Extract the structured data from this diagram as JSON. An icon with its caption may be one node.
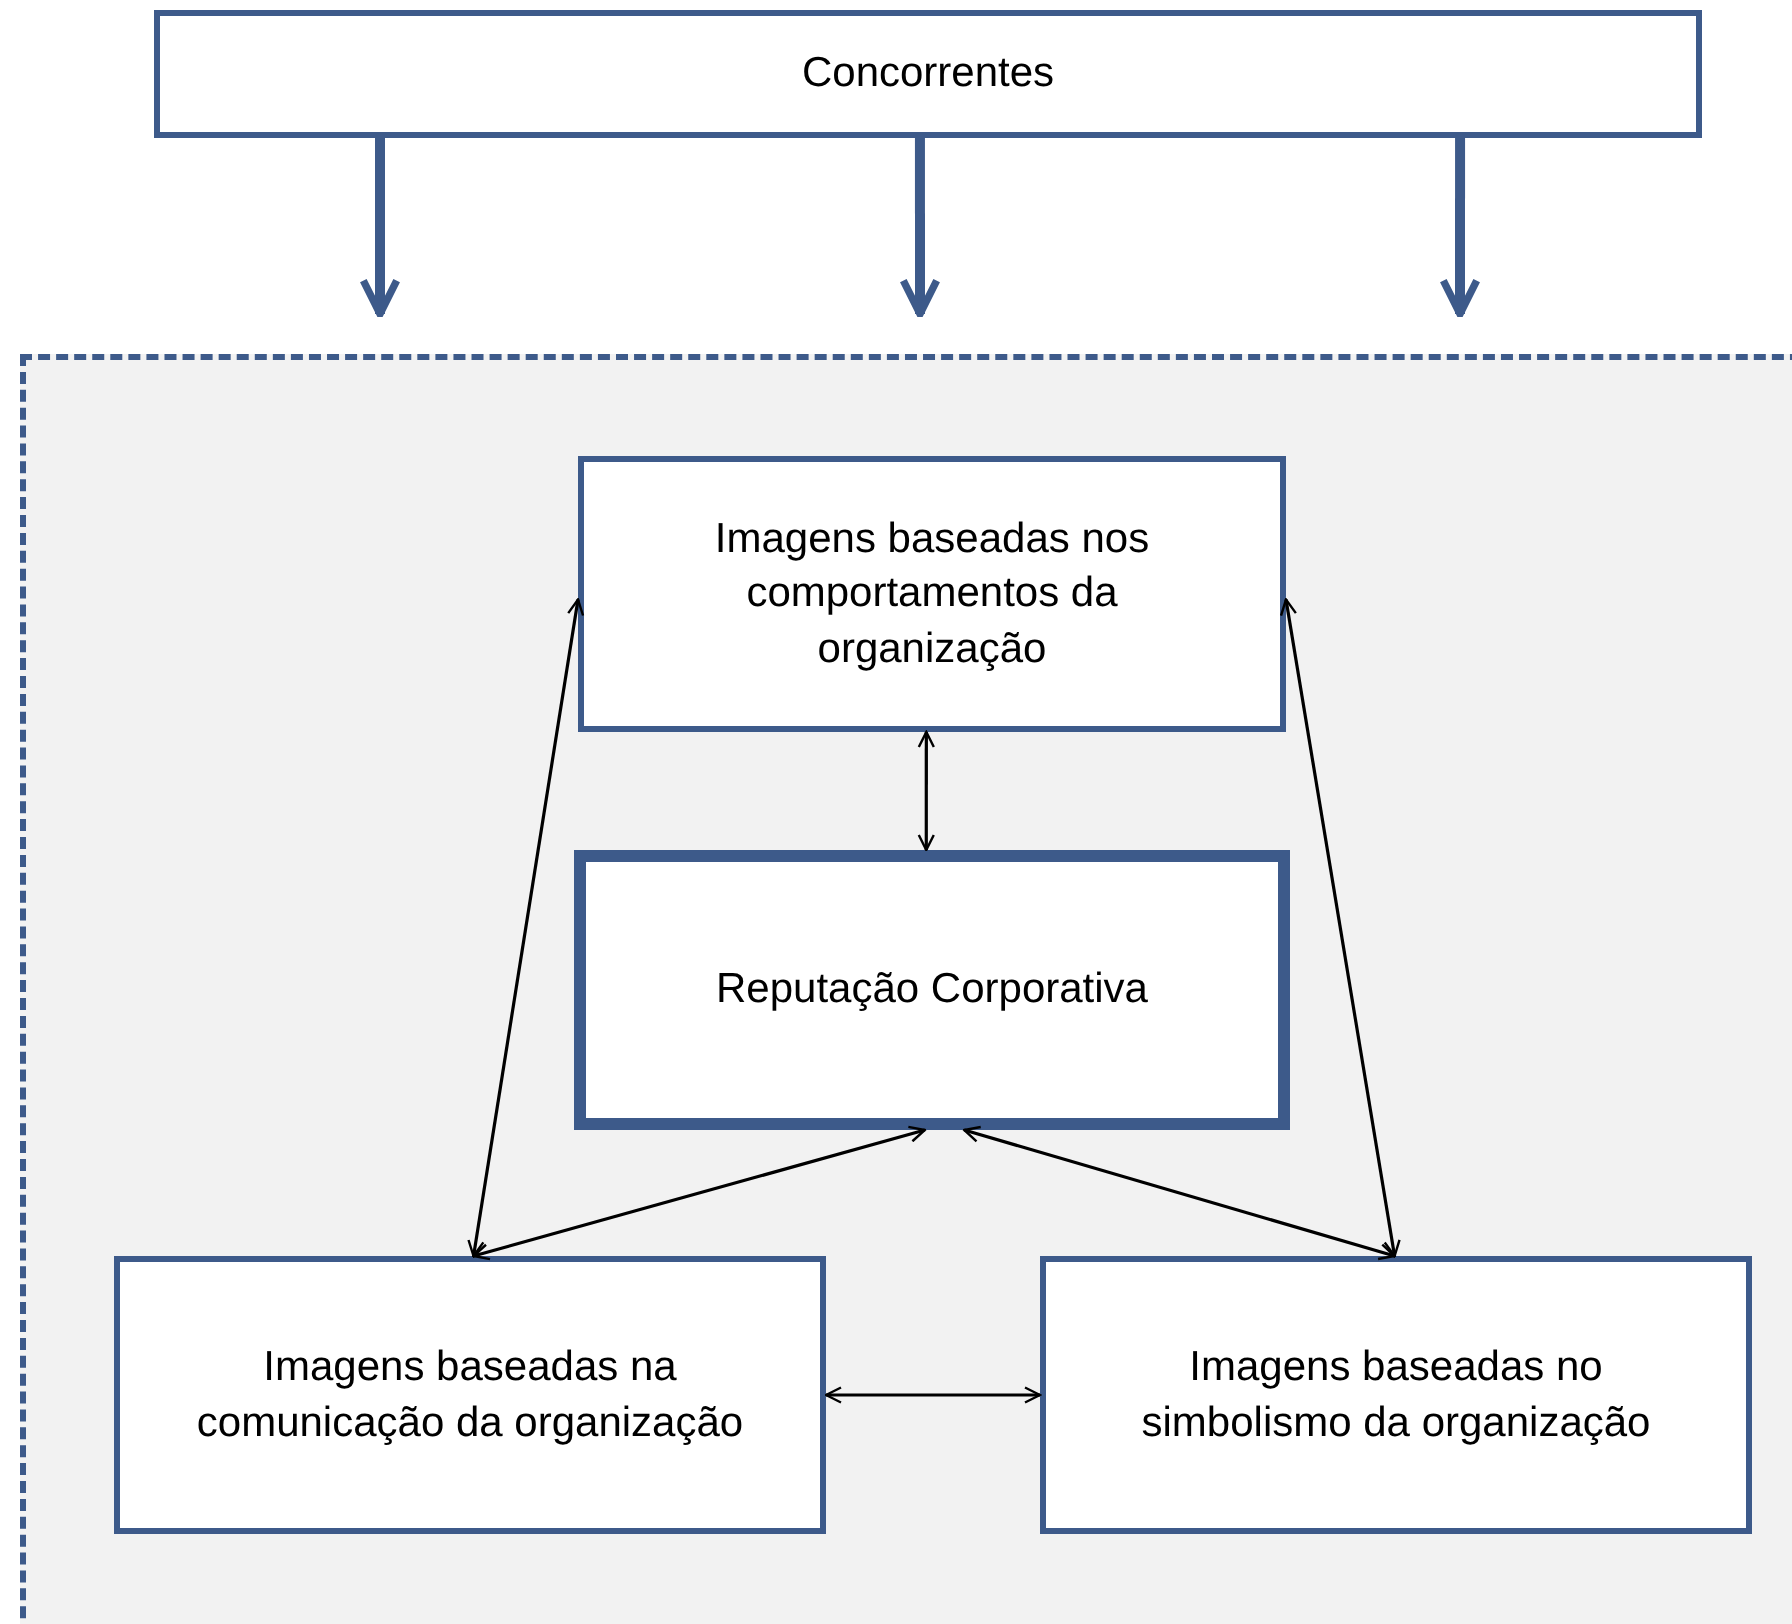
{
  "diagram": {
    "nodes": [
      {
        "text": [
          "Concorrentes"
        ]
      },
      {
        "text": [],
        "shape": "box"
      },
      {
        "text": [
          "Imagens baseadas nos comportamentos da organização"
        ],
        "in": 1
      },
      {
        "text": [
          "Reputação Corporativa"
        ],
        "in": 1
      },
      {
        "text": [
          "Imagens baseadas na comunicação da organização"
        ],
        "in": 1
      },
      {
        "text": [
          "Imagens baseadas no simbolismo da organização"
        ],
        "in": 1
      }
    ],
    "edges": [
      {
        "from": 0,
        "to": 1,
        "arrow": "to",
        "style": "thick",
        "color": "#3d5a8a"
      },
      {
        "from": 0,
        "to": 1,
        "arrow": "to",
        "style": "thick",
        "color": "#3d5a8a"
      },
      {
        "from": 0,
        "to": 1,
        "arrow": "to",
        "style": "thick",
        "color": "#3d5a8a"
      },
      {
        "from": 2,
        "to": 3,
        "arrow": "both"
      },
      {
        "from": 2,
        "to": 4,
        "arrow": "both"
      },
      {
        "from": 2,
        "to": 5,
        "arrow": "both"
      },
      {
        "from": 3,
        "to": 4,
        "arrow": "both"
      },
      {
        "from": 3,
        "to": 5,
        "arrow": "both"
      },
      {
        "from": 4,
        "to": 5,
        "arrow": "both"
      }
    ]
  }
}
